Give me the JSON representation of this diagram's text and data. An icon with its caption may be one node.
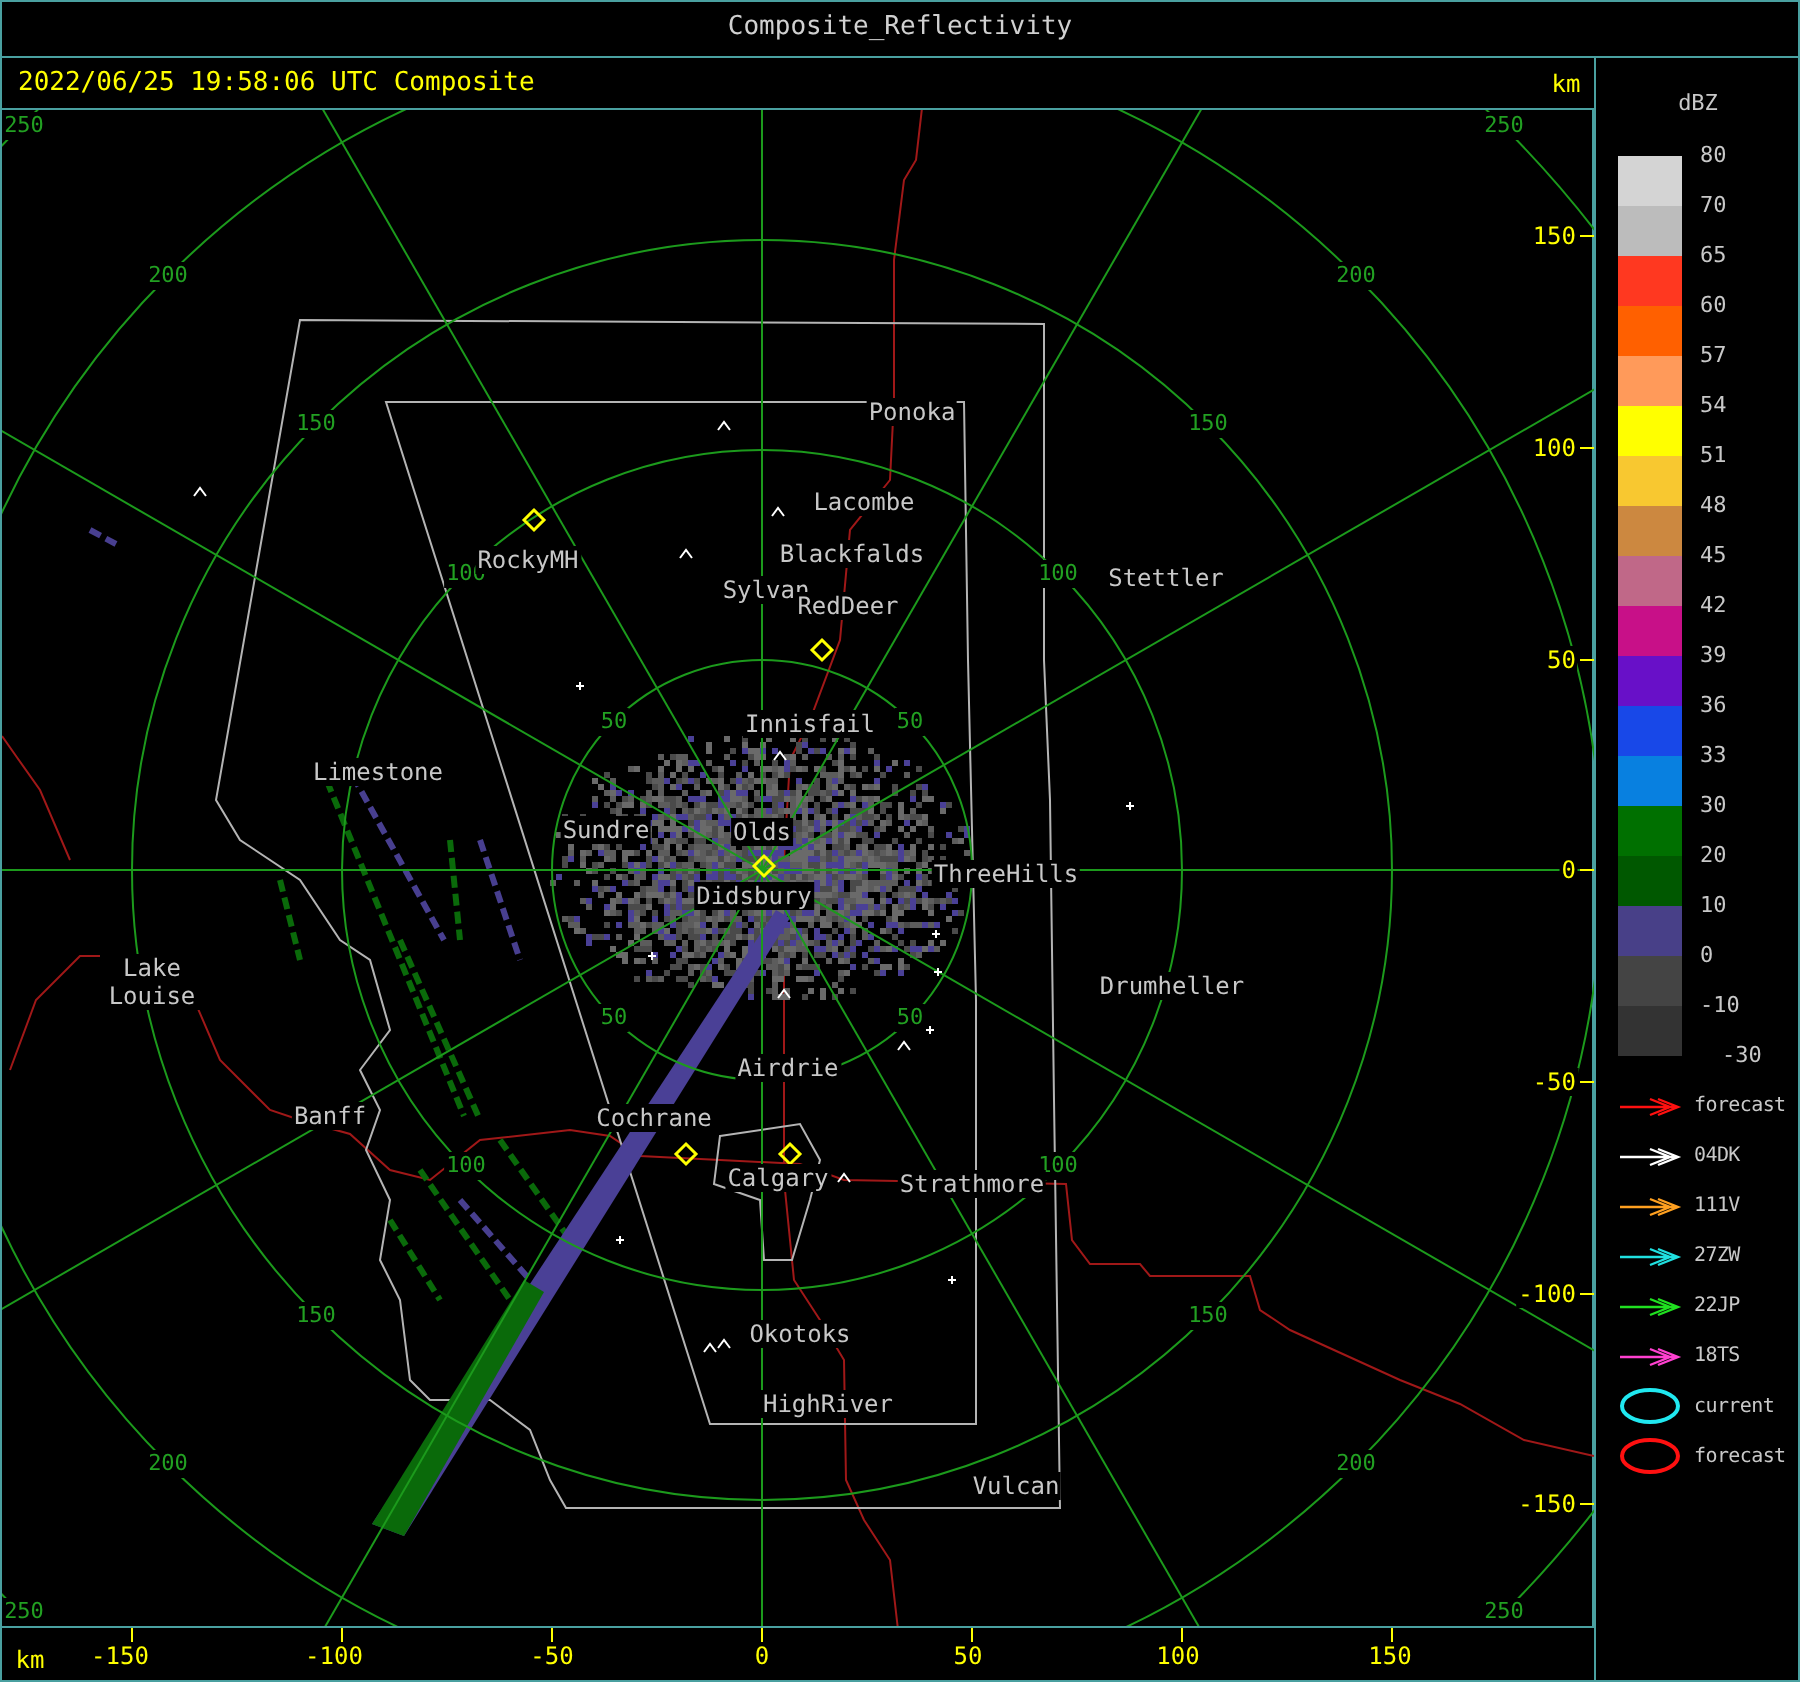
{
  "diagram": {
    "title": "Composite_Reflectivity",
    "labels": [
      "2022/06/25 19:58:06 UTC Composite",
      "km",
      "dBZ",
      "250",
      "250",
      "200",
      "200",
      "150",
      "150",
      "100",
      "100",
      "50",
      "50",
      "50",
      "50",
      "100",
      "100",
      "150",
      "150",
      "200",
      "200",
      "250",
      "250",
      "Ponoka",
      "Lacombe",
      "RockyMH",
      "Blackfalds",
      "Stettler",
      "Sylvan",
      "RedDeer",
      "Innisfail",
      "Limestone",
      "Sundre",
      "Olds",
      "ThreeHills",
      "Didsbury",
      "Lake Louise",
      "Drumheller",
      "Airdrie",
      "Banff",
      "Cochrane",
      "Calgary",
      "Strathmore",
      "Okotoks",
      "HighRiver",
      "Vulcan",
      "150",
      "100",
      "50",
      "0",
      "-50",
      "-100",
      "-150",
      "km",
      "-150",
      "-100",
      "-50",
      "0",
      "50",
      "100",
      "150",
      "-30"
    ],
    "legend": [
      {
        "text": "80",
        "color": "#d4d4d4"
      },
      {
        "text": "70",
        "color": "#bcbcbc"
      },
      {
        "text": "65",
        "color": "#ff3820"
      },
      {
        "text": "60",
        "color": "#ff6000"
      },
      {
        "text": "57",
        "color": "#ff9a5a"
      },
      {
        "text": "54",
        "color": "#ffff00"
      },
      {
        "text": "51",
        "color": "#f8c830"
      },
      {
        "text": "48",
        "color": "#cc8840"
      },
      {
        "text": "45",
        "color": "#c06888"
      },
      {
        "text": "42",
        "color": "#c81088"
      },
      {
        "text": "39",
        "color": "#6810c8"
      },
      {
        "text": "36",
        "color": "#1848e8"
      },
      {
        "text": "33",
        "color": "#0880e0"
      },
      {
        "text": "30",
        "color": "#007000"
      },
      {
        "text": "20",
        "color": "#005800"
      },
      {
        "text": "10",
        "color": "#484088"
      },
      {
        "text": "0",
        "color": "#444444"
      },
      {
        "text": "-10",
        "color": "#333333"
      },
      {
        "text": "forecast"
      },
      {
        "text": "04DK"
      },
      {
        "text": "111V"
      },
      {
        "text": "27ZW"
      },
      {
        "text": "22JP"
      },
      {
        "text": "18TS"
      },
      {
        "text": "current"
      },
      {
        "text": "forecast"
      }
    ]
  }
}
